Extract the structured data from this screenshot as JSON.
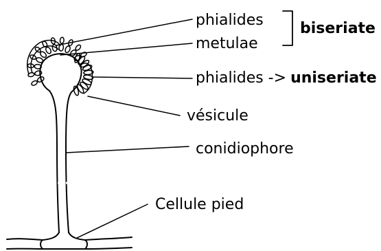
{
  "labels": {
    "phialides_top": "phialides",
    "metulae": "metulae",
    "biseriate": "biseriate",
    "phialides_side": "phialides ->",
    "uniseriate": "uniseriate",
    "vesicule": "vésicule",
    "conidiophore": "conidiophore",
    "cellule_pied": "Cellule pied"
  }
}
